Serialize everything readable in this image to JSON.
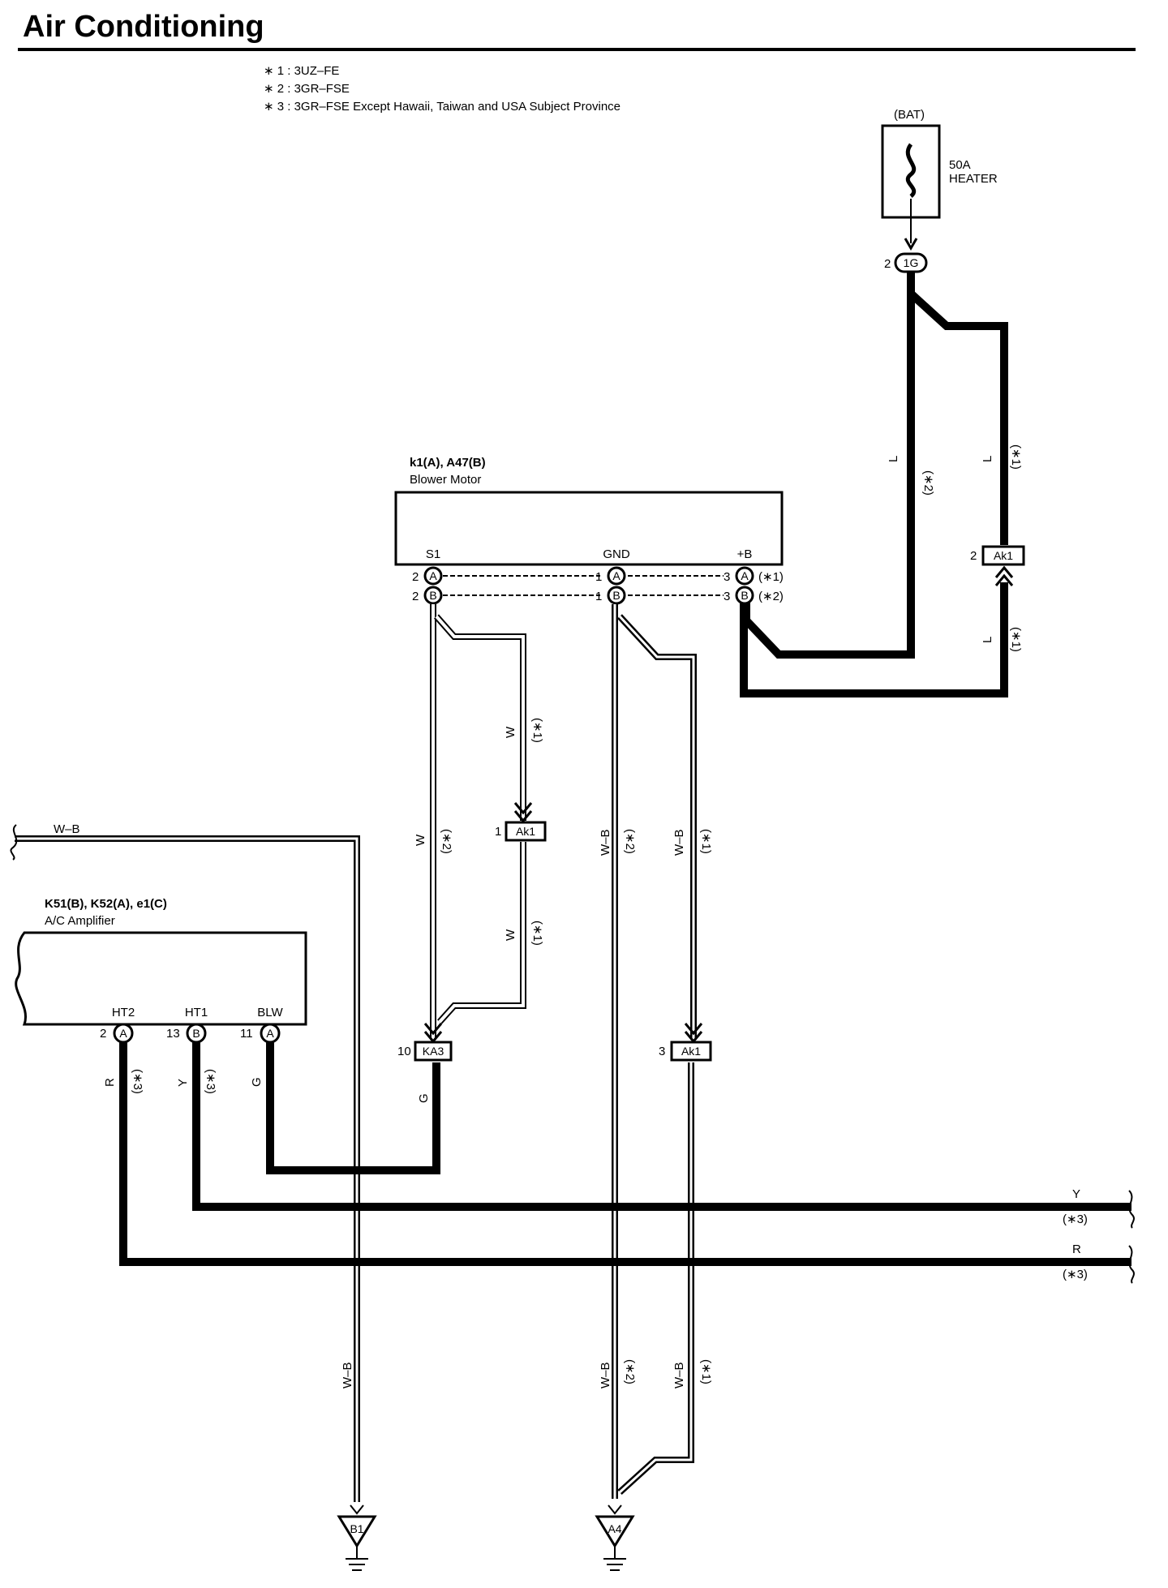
{
  "title": "Air Conditioning",
  "notes": [
    "∗ 1 : 3UZ–FE",
    "∗ 2 : 3GR–FSE",
    "∗ 3 : 3GR–FSE Except Hawaii,  Taiwan and USA Subject Province"
  ],
  "fuse": {
    "header": "(BAT)",
    "rating": "50A",
    "name": "HEATER",
    "pin": "2",
    "connector": "1G"
  },
  "blower": {
    "id": "k1(A), A47(B)",
    "name": "Blower Motor",
    "terminals": [
      "S1",
      "GND",
      "+B"
    ],
    "pins": {
      "s1_a": "2",
      "s1_b": "2",
      "gnd_a": "1",
      "gnd_b": "1",
      "pb_a": "3",
      "pb_b": "3"
    },
    "conn_a": "A",
    "conn_b": "B",
    "variant_a": "(∗1)",
    "variant_b": "(∗2)"
  },
  "amplifier": {
    "id": "K51(B), K52(A), e1(C)",
    "name": "A/C Amplifier",
    "terminals": [
      "HT2",
      "HT1",
      "BLW"
    ],
    "pins": [
      "2",
      "13",
      "11"
    ],
    "conns": [
      "A",
      "B",
      "A"
    ]
  },
  "junctions": [
    {
      "pin": "2",
      "name": "Ak1"
    },
    {
      "pin": "1",
      "name": "Ak1"
    },
    {
      "pin": "10",
      "name": "KA3"
    },
    {
      "pin": "3",
      "name": "Ak1"
    }
  ],
  "wire_labels": {
    "L": "L",
    "W": "W",
    "WB": "W–B",
    "G": "G",
    "R": "R",
    "Y": "Y",
    "v1": "(∗1)",
    "v2": "(∗2)",
    "v3": "(∗3)"
  },
  "grounds": [
    "B1",
    "A4"
  ]
}
